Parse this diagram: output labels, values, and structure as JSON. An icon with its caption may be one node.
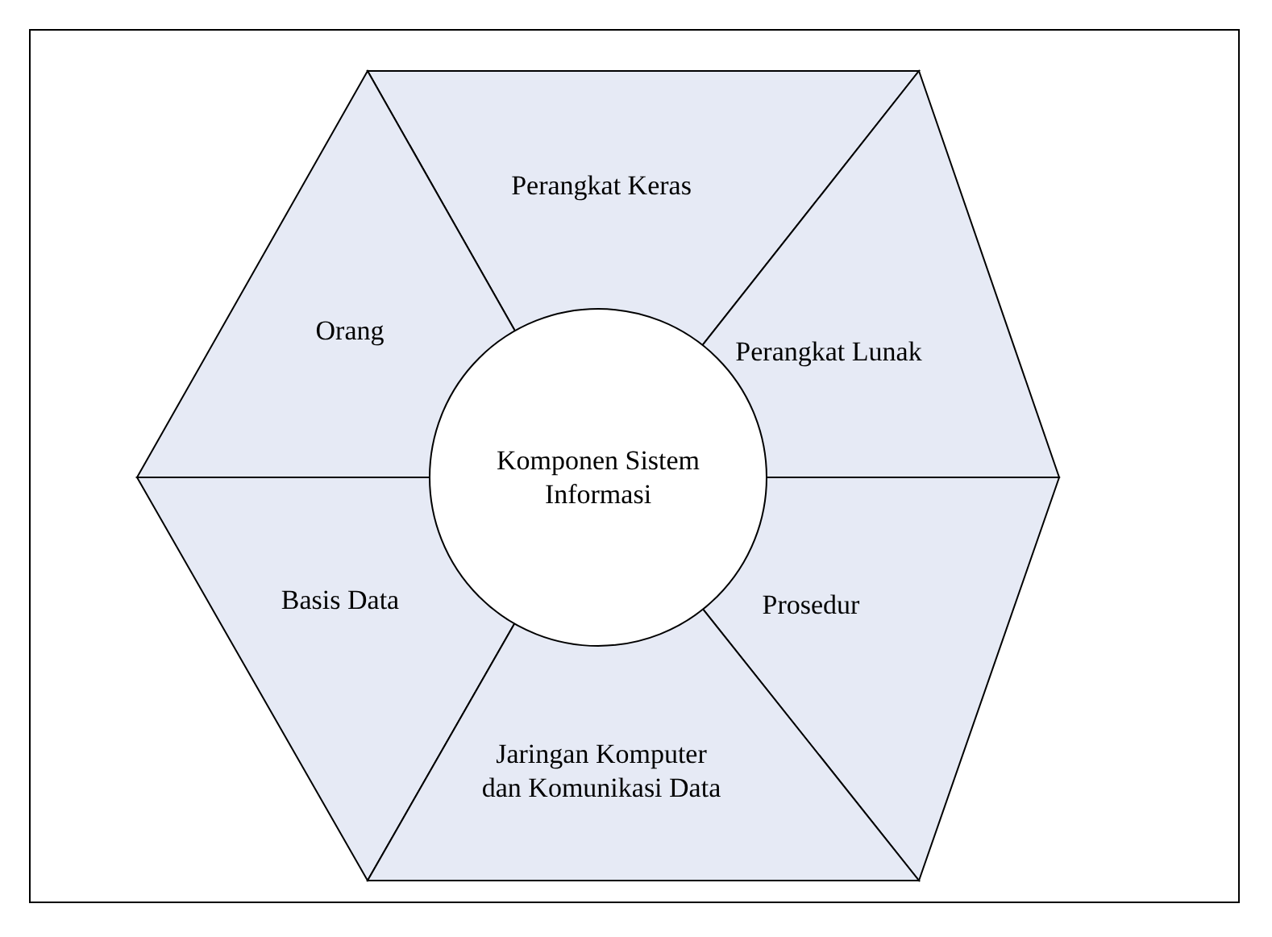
{
  "diagram": {
    "nodes": [
      {
        "text": [
          "Perangkat Keras"
        ]
      },
      {
        "text": [
          "Orang"
        ]
      },
      {
        "text": [
          "Perangkat Lunak"
        ]
      },
      {
        "text": [
          "Komponen Sistem Informasi"
        ]
      },
      {
        "text": [
          "Basis Data"
        ]
      },
      {
        "text": [
          "Prosedur"
        ]
      },
      {
        "text": [
          "Jaringan Komputer dan Komunikasi Data"
        ]
      }
    ]
  }
}
